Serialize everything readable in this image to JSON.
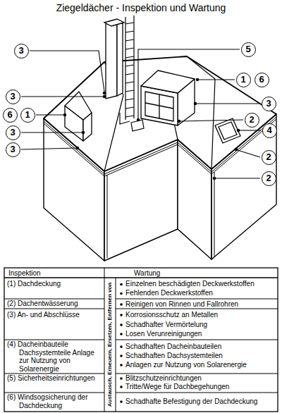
{
  "diagram": {
    "title": "Ziegeldächer - Inspektion und Wartung",
    "labels": [
      "3",
      "5",
      "1",
      "6",
      "3",
      "3",
      "6",
      "1",
      "2",
      "3",
      "4",
      "3",
      "2",
      "2",
      "Inspektion",
      "Wartung",
      "(1) Dachdeckung",
      "Einzelnen beschädigten Deckwerkstoffen",
      "Fehlenden Deckwerkstoffen",
      "(2) Dachentwässerung",
      "Reinigen von Rinnen und Fallrohren",
      "(3) An- und Abschlüsse",
      "Korrosionsschutz an Metallen",
      "Schadhafter Vermörtelung",
      "Losen Verunreinigungen",
      "(4) Dacheinbauteile Dachsystemteile Anlage zur Nutzung von Solarenergie",
      "Schadhaften Dacheinbauteilen",
      "Schadhaften Dachsystemteilen",
      "Anlagen zur Nutzung von Solarenergie",
      "(5) Sicherheitseinrichtungen",
      "Blitzschutzeinrichtungen",
      "Tritte/Wege für Dachbegehungen",
      "(6) Windsogsicherung der Dachdeckung",
      "Schadhafte Befestigung der Dachdeckung",
      "Austausch, Erneuern, Ersetzen, Entfernen von"
    ]
  }
}
